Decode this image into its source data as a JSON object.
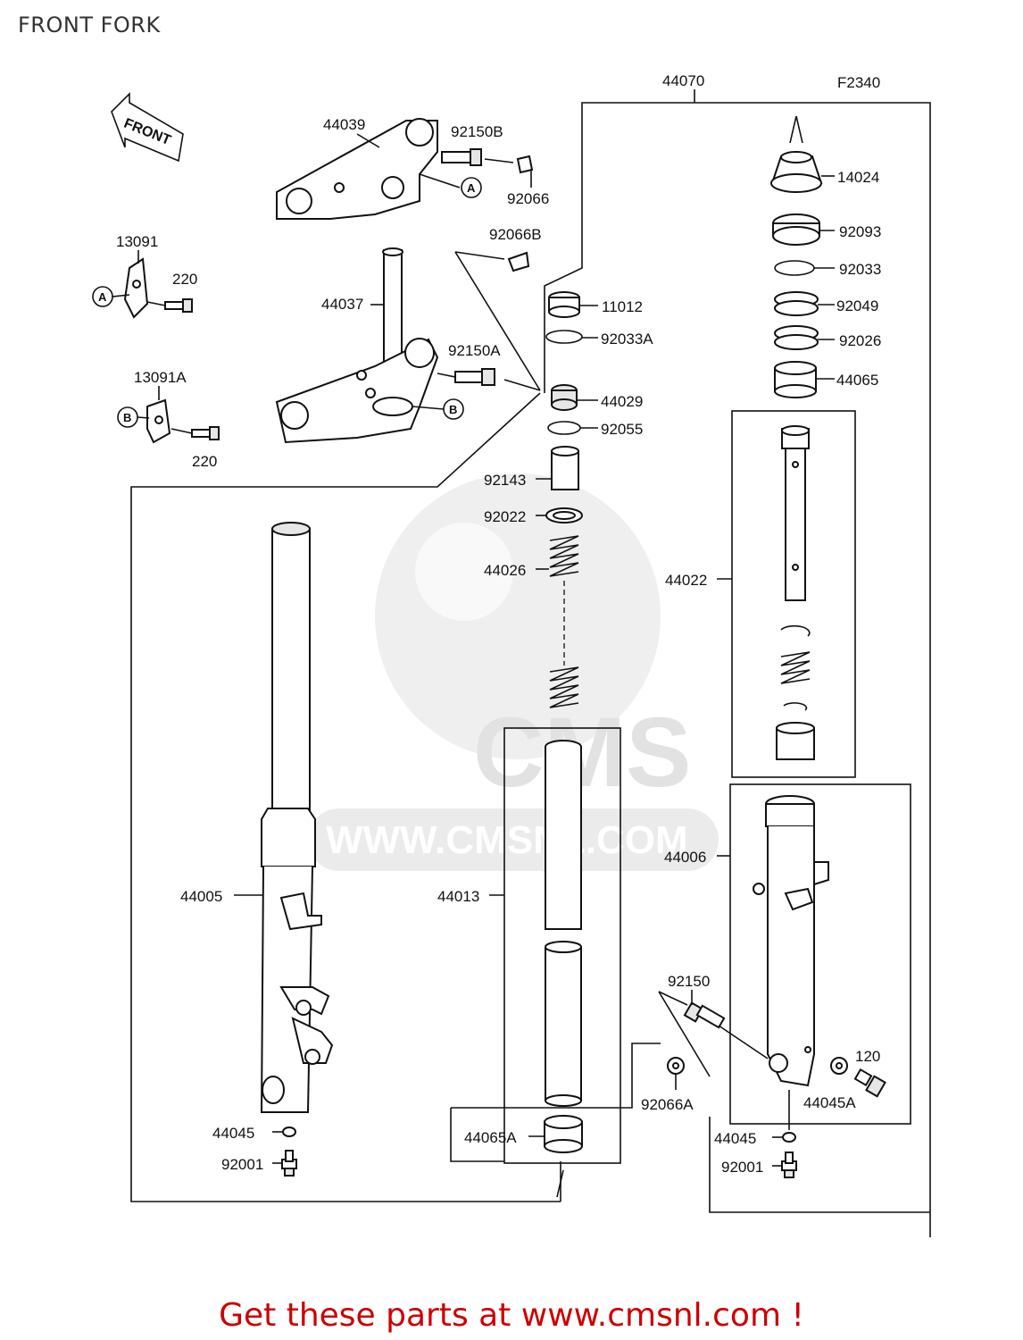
{
  "page": {
    "title": "FRONT FORK",
    "footer": "Get these parts at www.cmsnl.com !",
    "footer_color": "#cc0000"
  },
  "diagram": {
    "code": "F2340",
    "front_arrow": "FRONT",
    "watermark": {
      "text": "WWW.CMSNL.COM",
      "logo": "CMS"
    },
    "refs": {
      "a": "A",
      "b": "B"
    },
    "labels": {
      "p44070": "44070",
      "p44039": "44039",
      "p92150B": "92150B",
      "p92066": "92066",
      "p13091": "13091",
      "p220a": "220",
      "p92066B": "92066B",
      "p44037": "44037",
      "p92150A": "92150A",
      "p13091A": "13091A",
      "p220b": "220",
      "p14024": "14024",
      "p92093": "92093",
      "p92033": "92033",
      "p92049": "92049",
      "p92026": "92026",
      "p44065": "44065",
      "p11012": "11012",
      "p92033A": "92033A",
      "p44029": "44029",
      "p92055": "92055",
      "p92143": "92143",
      "p92022": "92022",
      "p44026": "44026",
      "p44022": "44022",
      "p44005": "44005",
      "p44013": "44013",
      "p44006": "44006",
      "p92150": "92150",
      "p120": "120",
      "p44045A": "44045A",
      "p92066A": "92066A",
      "p44045a": "44045",
      "p92001a": "92001",
      "p44065A": "44065A",
      "p44045b": "44045",
      "p92001b": "92001"
    }
  }
}
